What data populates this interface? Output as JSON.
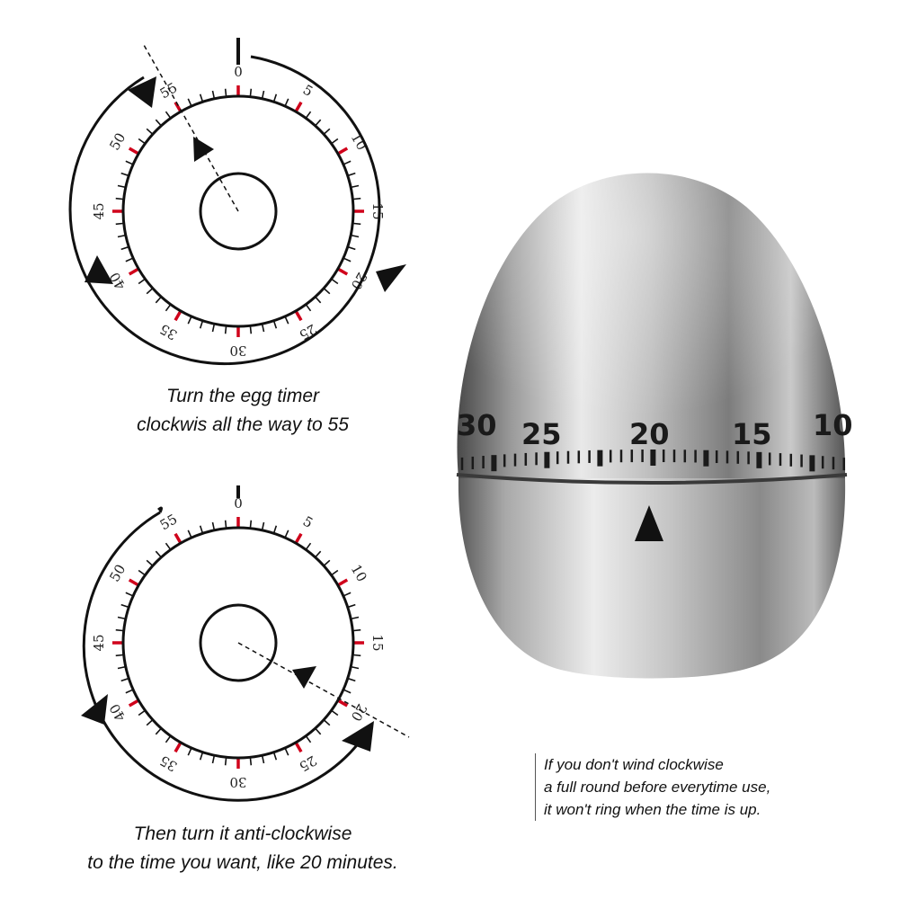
{
  "dial_labels": [
    "0",
    "5",
    "10",
    "15",
    "20",
    "25",
    "30",
    "35",
    "40",
    "45",
    "50",
    "55"
  ],
  "step1": {
    "caption": [
      "Turn the egg timer",
      "clockwis all the way to 55"
    ],
    "pointer_minute": 55,
    "arrow_direction": "clockwise"
  },
  "step2": {
    "caption": [
      "Then turn it anti-clockwise",
      "to the time you want, like 20 minutes."
    ],
    "pointer_minute": 20,
    "arrow_direction": "anti-clockwise"
  },
  "timer_band": {
    "labels": [
      "30",
      "25",
      "20",
      "15",
      "10"
    ],
    "indicator": "triangle-pointer"
  },
  "note": [
    "If you don't wind clockwise",
    "a full round before everytime use,",
    "it won't ring when the time is up."
  ],
  "colors": {
    "tick_minor": "#111111",
    "tick_major": "#d0021b",
    "steel_light": "#e6e6e6",
    "steel_dark": "#5a5a5a"
  }
}
